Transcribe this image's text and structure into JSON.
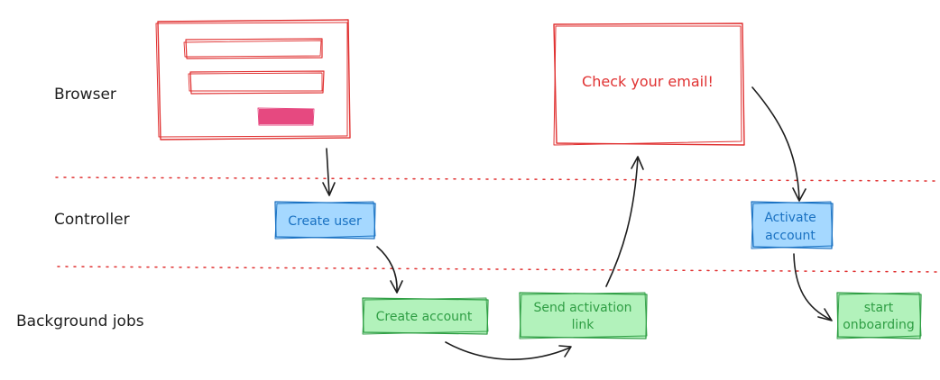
{
  "lanes": {
    "browser": "Browser",
    "controller": "Controller",
    "background": "Background jobs"
  },
  "nodes": {
    "check_email": "Check your email!",
    "create_user": "Create user",
    "activate_line1": "Activate",
    "activate_line2": "account",
    "create_account": "Create account",
    "send_activation_line1": "Send activation",
    "send_activation_line2": "link",
    "start_onboarding_line1": "start",
    "start_onboarding_line2": "onboarding"
  },
  "colors": {
    "red": "#e03131",
    "pink_button": "#e64980",
    "blue_stroke": "#1971c2",
    "blue_fill": "#a5d8ff",
    "green_stroke": "#2f9e44",
    "green_fill": "#b2f2bb",
    "ink": "#1e1e1e"
  }
}
